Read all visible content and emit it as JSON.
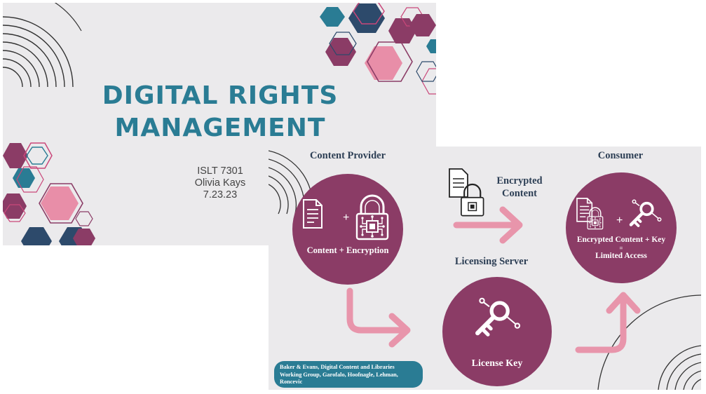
{
  "slide1": {
    "title_line1": "DIGITAL RIGHTS",
    "title_line2": "MANAGEMENT",
    "course": "ISLT 7301",
    "author": "Olivia Kays",
    "date": "7.23.23"
  },
  "slide2": {
    "content_provider": "Content Provider",
    "consumer": "Consumer",
    "encrypted_content_line1": "Encrypted",
    "encrypted_content_line2": "Content",
    "licensing_server": "Licensing Server",
    "content_plus_encryption": "Content + Encryption",
    "encrypted_content_plus_key": "Encrypted Content + Key",
    "equals": "=",
    "limited_access": "Limited Access",
    "license_key": "License Key",
    "plus": "+",
    "citation": "Baker & Evans, Digital Content and Libraries Working Group, Garofalo, Hoofnagle, Lehman, Roncevic"
  },
  "colors": {
    "title_teal": "#2a7c94",
    "circle_plum": "#8b3c66",
    "arrow_pink": "#e895ab",
    "hex_navy": "#2d4a6b",
    "hex_pink": "#e88ea8",
    "background": "#ebeaec"
  },
  "icons": [
    "document-icon",
    "padlock-circuit-icon",
    "key-icon",
    "arrow-right-icon",
    "arrow-down-right-icon",
    "arrow-up-icon"
  ]
}
